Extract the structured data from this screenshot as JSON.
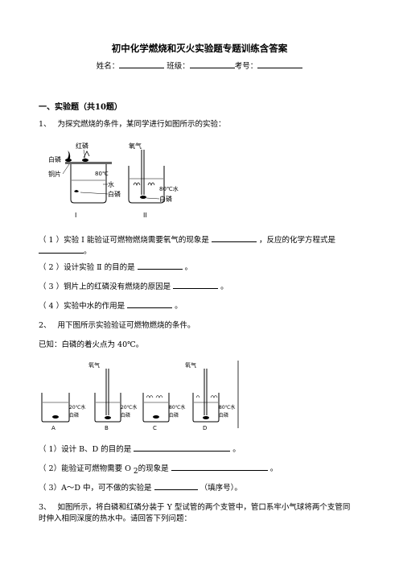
{
  "doc": {
    "title": "初中化学燃烧和灭火实验题专题训练含答案",
    "info": {
      "name_label": "姓名：",
      "class_label": "班级：",
      "exam_label": "考号："
    },
    "section1": "一、实验题（共10题）",
    "q1": {
      "num": "1、",
      "stem": "为探究燃烧的条件，某同学进行如图所示的实验：",
      "fig": {
        "label_white_p": "白磷",
        "label_red_p": "红磷",
        "label_copper": "铜片",
        "label_water80": "80℃",
        "label_water": "水",
        "label_white_p2": "白磷",
        "label_oxygen": "氧气",
        "label_water80b": "80℃水",
        "label_white_p3": "白磷",
        "cap1": "I",
        "cap2": "II"
      },
      "s1_a": "（ 1 ）实验  Ⅰ  能验证可燃物燃烧需要氧气的现象是",
      "s1_b": "，反应的化学方程式是",
      "s1_c": "。",
      "s2_a": "（ 2 ）设计实验  Ⅱ  的目的是",
      "s2_b": "。",
      "s3_a": "（ 3 ）铜片上的红磷没有燃烧的原因是",
      "s3_b": "。",
      "s4_a": "（ 4 ）实验中水的作用是",
      "s4_b": "。"
    },
    "q2": {
      "num": "2、",
      "stem": "用下图所示实验验证可燃物燃烧的条件。",
      "known": "已知：白磷的着火点为  40℃。",
      "fig": {
        "oxygen1": "氧气",
        "oxygen2": "氧气",
        "t20a": "20℃水",
        "t20b": "20℃水",
        "t80a": "80℃水",
        "t80b": "80℃水",
        "wp_a": "白磷",
        "wp_b": "白磷",
        "wp_c": "白磷",
        "wp_d": "白磷",
        "cap_a": "A",
        "cap_b": "B",
        "cap_c": "C",
        "cap_d": "D"
      },
      "s1_a": "（ 1）设计 B、D 的目的是",
      "s1_b": "。",
      "s2_a": "（ 2）能验证可燃物需要 O ",
      "s2_sub": "2",
      "s2_b": "的现象是",
      "s2_c": "。",
      "s3_a": "（ 3）A～D 中，可不做的实验是",
      "s3_b": "（填序号）。"
    },
    "q3": {
      "num": "3、",
      "line1": "如图所示，将白磷和红磷分装于  Y  型试管的两个支管中，管口系牢小气球将两个支管同",
      "line2": "时伸入相同深度的热水中。请回答下列问题："
    }
  }
}
